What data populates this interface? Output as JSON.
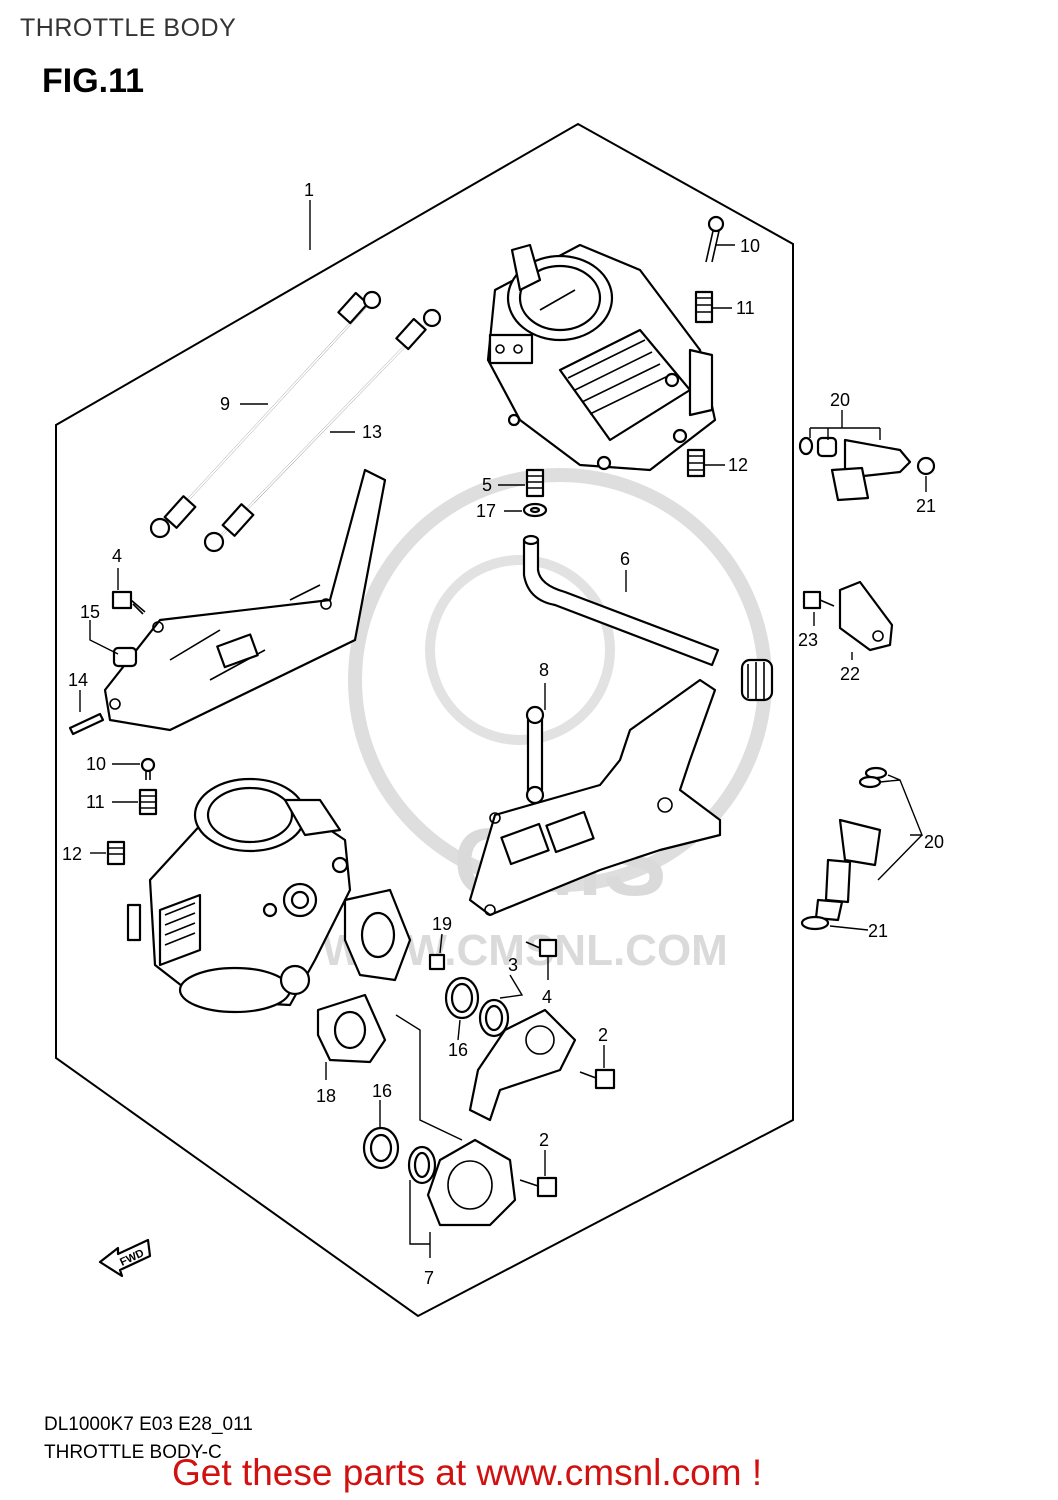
{
  "page": {
    "title": "THROTTLE BODY"
  },
  "figure": {
    "label": "FIG.11"
  },
  "watermark": {
    "text": "WWW.CMSNL.COM",
    "logo": "CMS"
  },
  "parts": {
    "p1": "1",
    "p2a": "2",
    "p2b": "2",
    "p3": "3",
    "p4a": "4",
    "p4b": "4",
    "p5": "5",
    "p6": "6",
    "p7": "7",
    "p8": "8",
    "p9": "9",
    "p10a": "10",
    "p10b": "10",
    "p11a": "11",
    "p11b": "11",
    "p12a": "12",
    "p12b": "12",
    "p13": "13",
    "p14": "14",
    "p15": "15",
    "p16a": "16",
    "p16b": "16",
    "p17": "17",
    "p18": "18",
    "p19": "19",
    "p20a": "20",
    "p20b": "20",
    "p21a": "21",
    "p21b": "21",
    "p22": "22",
    "p23": "23"
  },
  "fwd_arrow": {
    "label": "FWD"
  },
  "footer": {
    "code": "DL1000K7 E03 E28_011",
    "name": "THROTTLE BODY-C",
    "promo": "Get these parts at www.cmsnl.com !"
  },
  "colors": {
    "promo": "#d21010",
    "watermark": "#dadada"
  }
}
